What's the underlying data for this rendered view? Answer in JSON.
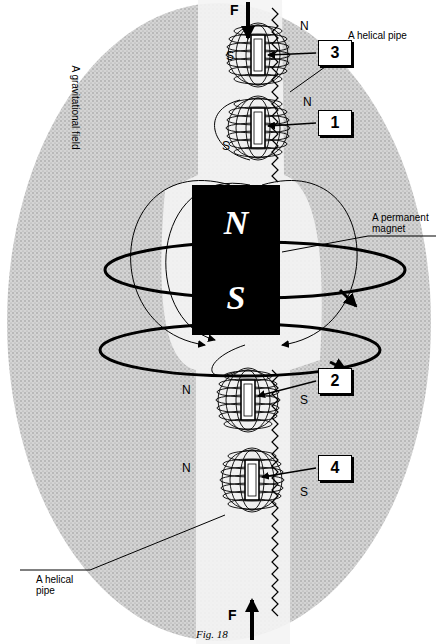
{
  "diagram": {
    "caption": "Fig. 18",
    "nodes": [
      {
        "text": [
          "3"
        ]
      },
      {
        "text": [
          "1"
        ]
      },
      {
        "text": [
          "N",
          "S"
        ]
      },
      {
        "text": [
          "2"
        ]
      },
      {
        "text": [
          "4"
        ]
      }
    ],
    "labels": [
      "F",
      "N",
      "S",
      "A helical pipe",
      "N",
      "S",
      "A gravitational field",
      "A permanent magnet",
      "N",
      "S",
      "A helical pipe",
      "N",
      "S",
      "F"
    ]
  }
}
